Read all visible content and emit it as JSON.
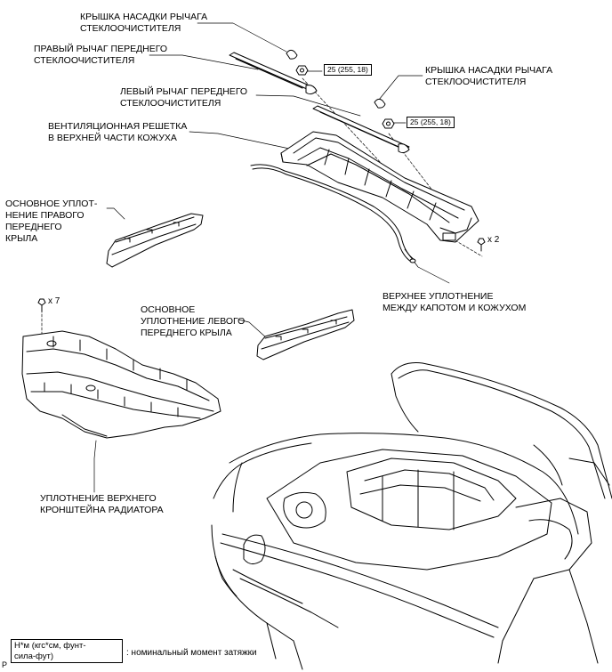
{
  "labels": {
    "wiper_cap_right": "КРЫШКА НАСАДКИ РЫЧАГА\nСТЕКЛООЧИСТИТЕЛЯ",
    "right_wiper_arm": "ПРАВЫЙ РЫЧАГ ПЕРЕДНЕГО\nСТЕКЛООЧИСТИТЕЛЯ",
    "left_wiper_arm": "ЛЕВЫЙ РЫЧАГ ПЕРЕДНЕГО\nСТЕКЛООЧИСТИТЕЛЯ",
    "wiper_cap_left": "КРЫШКА НАСАДКИ РЫЧАГА\nСТЕКЛООЧИСТИТЕЛЯ",
    "cowl_grille": "ВЕНТИЛЯЦИОННАЯ РЕШЕТКА\nВ ВЕРХНЕЙ ЧАСТИ КОЖУХА",
    "rh_fender_seal": "ОСНОВНОЕ УПЛОТ-\nНЕНИЕ ПРАВОГО\nПЕРЕДНЕГО\nКРЫЛА",
    "hood_cowl_seal": "ВЕРХНЕЕ УПЛОТНЕНИЕ\nМЕЖДУ КАПОТОМ И КОЖУХОМ",
    "lh_fender_seal": "ОСНОВНОЕ\nУПЛОТНЕНИЕ ЛЕВОГО\nПЕРЕДНЕГО КРЫЛА",
    "radiator_seal": "УПЛОТНЕНИЕ ВЕРХНЕГО\nКРОНШТЕЙНА РАДИАТОРА"
  },
  "torque": {
    "right_nut": "25 (255, 18)",
    "left_nut": "25 (255, 18)"
  },
  "quantities": {
    "cowl_clips": "x 2",
    "radiator_clips": "x 7"
  },
  "legend": {
    "box_text": "Н*м (кгс*см, фунт-\nсила-фут)",
    "description": ": номинальный момент затяжки"
  },
  "corner_mark": "P"
}
